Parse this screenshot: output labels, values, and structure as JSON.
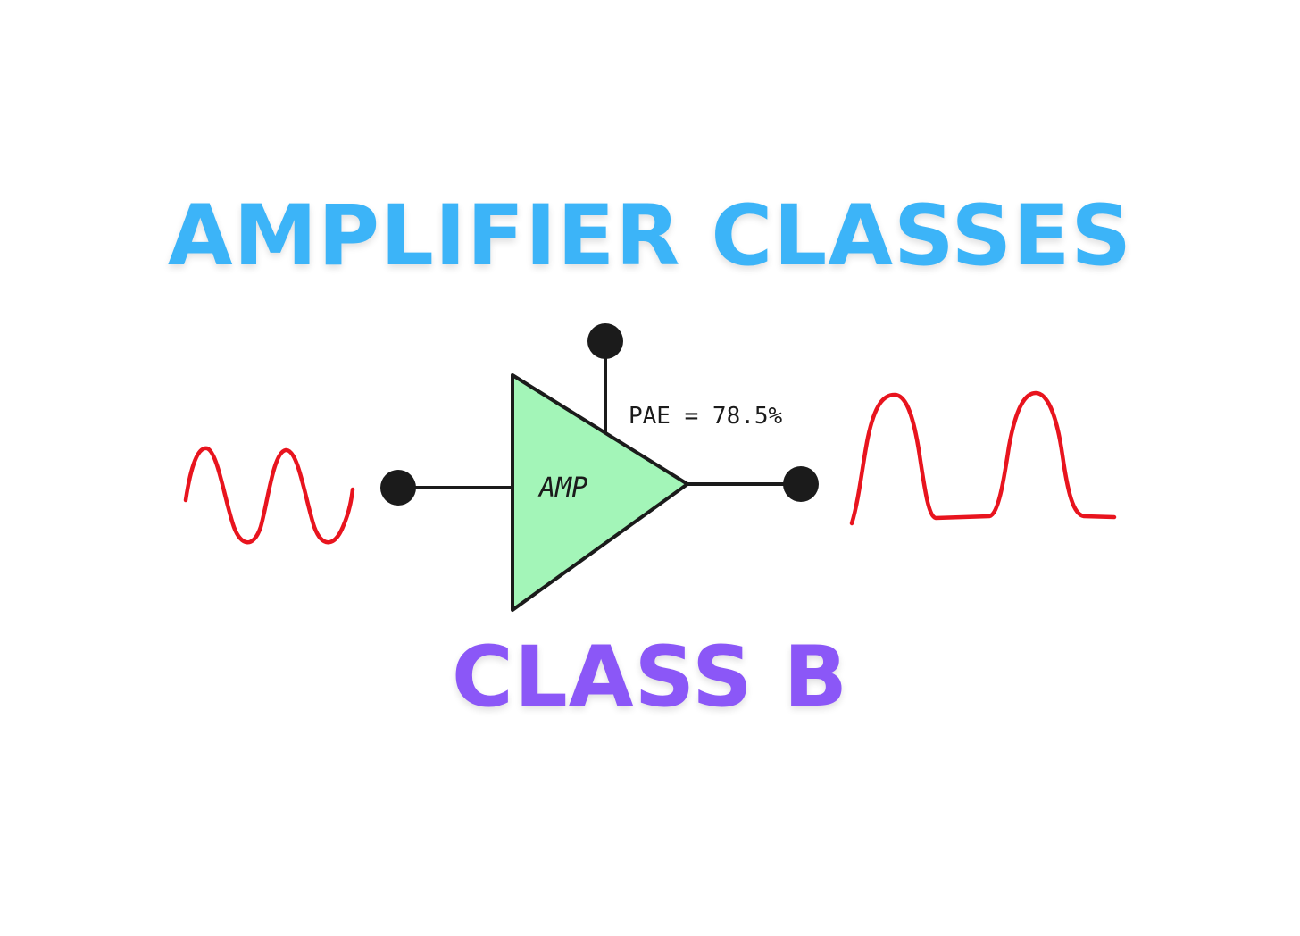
{
  "title": "AMPLIFIER CLASSES",
  "subtitle": "CLASS B",
  "diagram": {
    "amp_label": "AMP",
    "pae_label": "PAE = 78.5%"
  },
  "colors": {
    "title": "#3cb4f8",
    "subtitle": "#8b57f7",
    "amp_fill": "#a3f5b8",
    "stroke": "#1b1b1b",
    "waveform": "#e8141e",
    "node": "#1b1b1b"
  },
  "icons": {
    "input_waveform": "sine-wave-icon",
    "output_waveform": "half-wave-rectified-icon",
    "amplifier": "amplifier-triangle-icon"
  }
}
